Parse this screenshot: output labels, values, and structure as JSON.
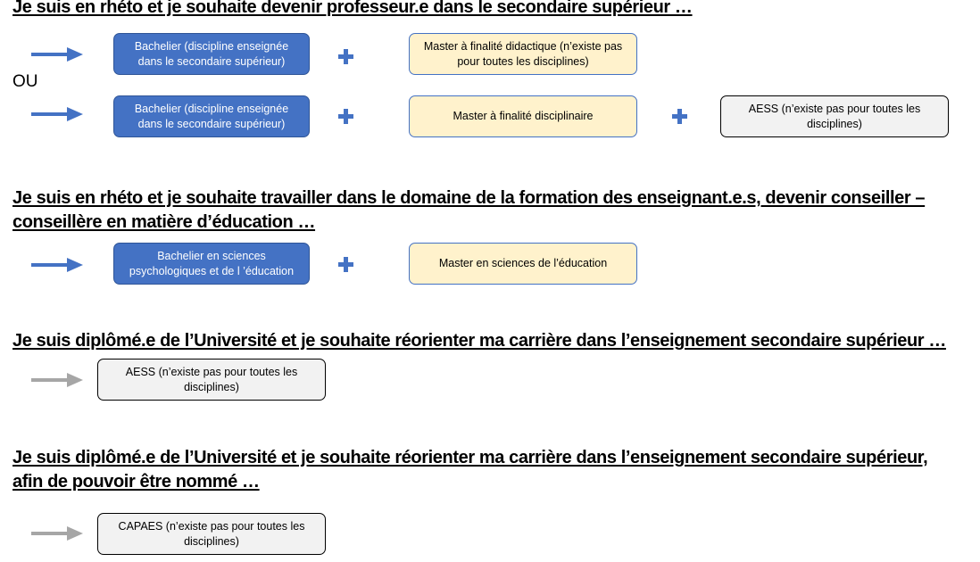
{
  "sections": [
    {
      "heading": "Je suis en rhéto et je souhaite devenir professeur.e dans le secondaire supérieur …",
      "paths": [
        {
          "steps": [
            "Bachelier (discipline enseignée dans le secondaire supérieur)",
            "Master à finalité didactique (n’existe pas pour toutes les disciplines)"
          ]
        },
        {
          "steps": [
            "Bachelier (discipline enseignée dans le secondaire supérieur)",
            "Master à finalité disciplinaire",
            "AESS (n’existe pas pour toutes les disciplines)"
          ]
        }
      ],
      "separator": "OU"
    },
    {
      "heading_line1": "Je suis en rhéto et je souhaite travailler dans le domaine de la formation des enseignant.e.s, devenir conseiller –",
      "heading_line2": "conseillère en matière d’éducation …",
      "steps": [
        "Bachelier en sciences psychologiques et de l ’éducation",
        "Master  en sciences de l’éducation"
      ]
    },
    {
      "heading": "Je suis diplômé.e de l’Université et je souhaite réorienter ma carrière dans l’enseignement secondaire supérieur …",
      "steps": [
        "AESS (n’existe pas pour toutes les disciplines)"
      ]
    },
    {
      "heading_line1": "Je suis diplômé.e de l’Université et je souhaite réorienter ma carrière dans l’enseignement secondaire supérieur,",
      "heading_line2": "afin de pouvoir être nommé …",
      "steps": [
        "CAPAES (n’existe pas pour toutes les disciplines)"
      ]
    }
  ],
  "icons": {
    "arrow": "right-arrow-icon",
    "plus": "plus-icon"
  },
  "colors": {
    "bachelier_fill": "#4472c4",
    "master_fill": "#fff2cc",
    "aess_fill": "#f2f2f2",
    "arrow_blue": "#4472c4",
    "arrow_grey": "#a6a6a6",
    "plus": "#4472c4"
  }
}
